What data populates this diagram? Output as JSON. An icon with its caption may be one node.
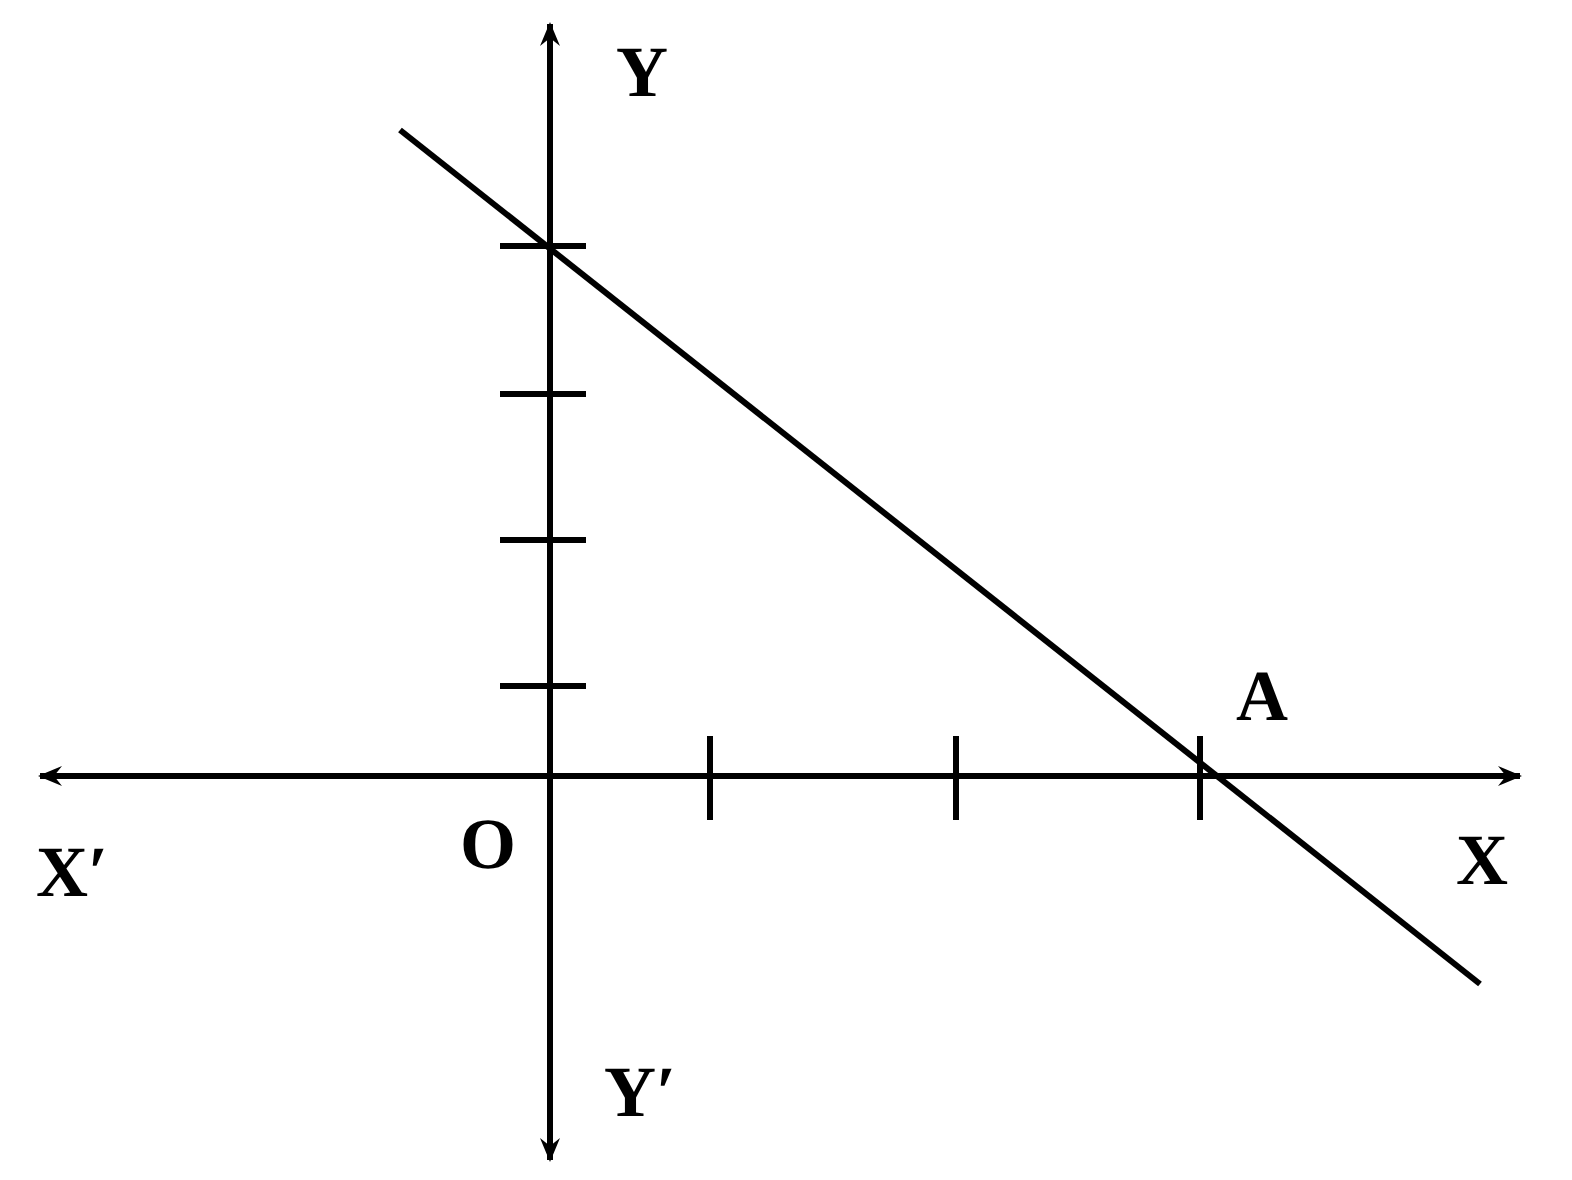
{
  "diagram": {
    "labels": [
      "Y",
      "A",
      "X′",
      "O",
      "X",
      "Y′"
    ]
  }
}
